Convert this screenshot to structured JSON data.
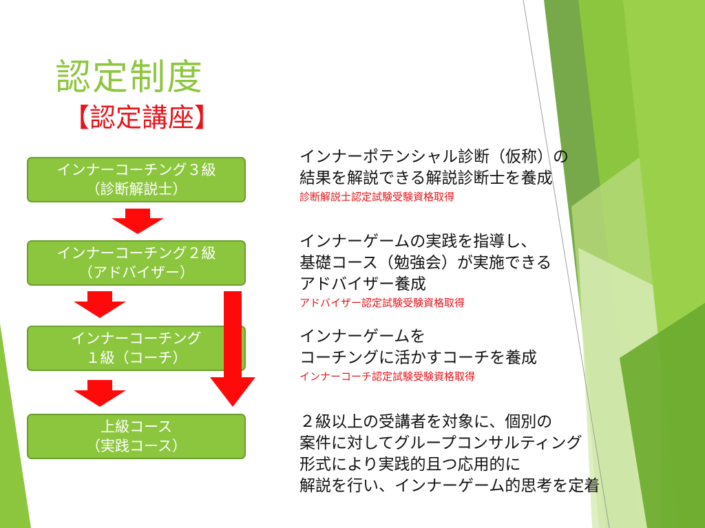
{
  "slide": {
    "title": "認定制度",
    "subtitle": "【認定講座】"
  },
  "levels": [
    {
      "line1": "インナーコーチング３級",
      "line2": "（診断解説士）"
    },
    {
      "line1": "インナーコーチング２級",
      "line2": "（アドバイザー）"
    },
    {
      "line1": "インナーコーチング",
      "line2": "１級（コーチ）"
    },
    {
      "line1": "上級コース",
      "line2": "（実践コース）"
    }
  ],
  "descriptions": [
    {
      "lines": [
        "インナーポテンシャル診断（仮称）の",
        "結果を解説できる解説診断士を養成"
      ],
      "cert": "診断解説士認定試験受験資格取得"
    },
    {
      "lines": [
        "インナーゲームの実践を指導し、",
        "基礎コース（勉強会）が実施できる",
        "アドバイザー養成"
      ],
      "cert": "アドバイザー認定試験受験資格取得"
    },
    {
      "lines": [
        "インナーゲームを",
        "コーチングに活かすコーチを養成"
      ],
      "cert": "インナーコーチ認定試験受験資格取得"
    },
    {
      "lines": [
        "２級以上の受講者を対象に、個別の",
        "案件に対してグループコンサルティング",
        "形式により実践的且つ応用的に",
        "解説を行い、インナーゲーム的思考を定着"
      ]
    }
  ],
  "colors": {
    "title_green": "#8dc63f",
    "box_green": "#8cc63e",
    "accent_red": "#e8131a"
  }
}
